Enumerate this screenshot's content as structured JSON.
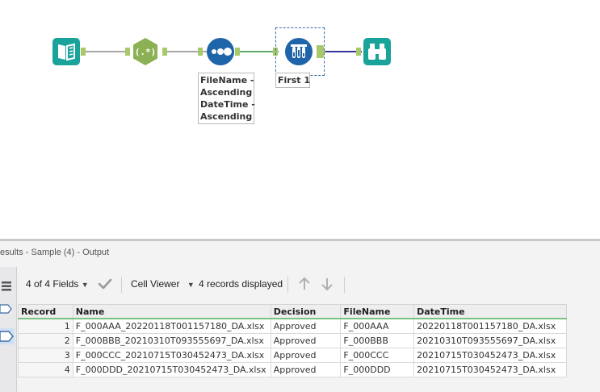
{
  "workflow": {
    "tools": [
      {
        "id": "input",
        "icon": "book-input-icon",
        "color": "#1aa39b"
      },
      {
        "id": "regex",
        "icon": "regex-icon",
        "glyph": "(.*)",
        "color": "#8cb054"
      },
      {
        "id": "sort",
        "icon": "sort-dots-icon",
        "color": "#1e64a8"
      },
      {
        "id": "sample",
        "icon": "test-tubes-icon",
        "color": "#1e64a8"
      },
      {
        "id": "browse",
        "icon": "binoculars-icon",
        "color": "#1aa39b"
      }
    ],
    "sort_annotation": [
      "FileName -",
      "Ascending",
      "DateTime -",
      "Ascending"
    ],
    "sample_annotation": [
      "First 1"
    ]
  },
  "results": {
    "title": "esults - Sample (4) - Output",
    "fields_label": "4 of 4 Fields",
    "viewer_label": "Cell Viewer",
    "records_label": "4 records displayed",
    "columns": [
      "Record",
      "Name",
      "Decision",
      "FileName",
      "DateTime"
    ],
    "rows": [
      {
        "record": "1",
        "name": "F_000AAA_20220118T001157180_DA.xlsx",
        "decision": "Approved",
        "filename": "F_000AAA",
        "datetime": "20220118T001157180_DA.xlsx"
      },
      {
        "record": "2",
        "name": "F_000BBB_20210310T093555697_DA.xlsx",
        "decision": "Approved",
        "filename": "F_000BBB",
        "datetime": "20210310T093555697_DA.xlsx"
      },
      {
        "record": "3",
        "name": "F_000CCC_20210715T030452473_DA.xlsx",
        "decision": "Approved",
        "filename": "F_000CCC",
        "datetime": "20210715T030452473_DA.xlsx"
      },
      {
        "record": "4",
        "name": "F_000DDD_20210715T030452473_DA.xlsx",
        "decision": "Approved",
        "filename": "F_000DDD",
        "datetime": "20210715T030452473_DA.xlsx"
      }
    ]
  }
}
